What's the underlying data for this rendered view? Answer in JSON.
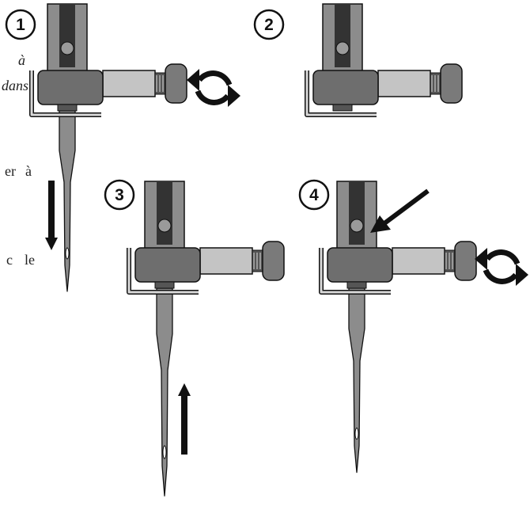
{
  "steps": [
    {
      "number": "1",
      "action": "loosen",
      "icon": "rotate-arrows-icon",
      "needle": "lowered",
      "arrow": "down"
    },
    {
      "number": "2",
      "action": "needle-removed"
    },
    {
      "number": "3",
      "action": "insert",
      "needle": "raised",
      "arrow": "up"
    },
    {
      "number": "4",
      "action": "tighten",
      "icon": "rotate-arrows-icon",
      "needle": "seated",
      "pointer": "diagonal-arrow-icon"
    }
  ],
  "text_fragments": [
    "à",
    "dans",
    "er",
    "à",
    "c",
    "le"
  ],
  "colors": {
    "bar_outer": "#8c8c8c",
    "bar_inner": "#333333",
    "clamp": "#6e6e6e",
    "screw_shaft": "#c4c4c4",
    "screw_knob": "#7a7a7a",
    "needle": "#8c8c8c",
    "stroke": "#111111"
  }
}
